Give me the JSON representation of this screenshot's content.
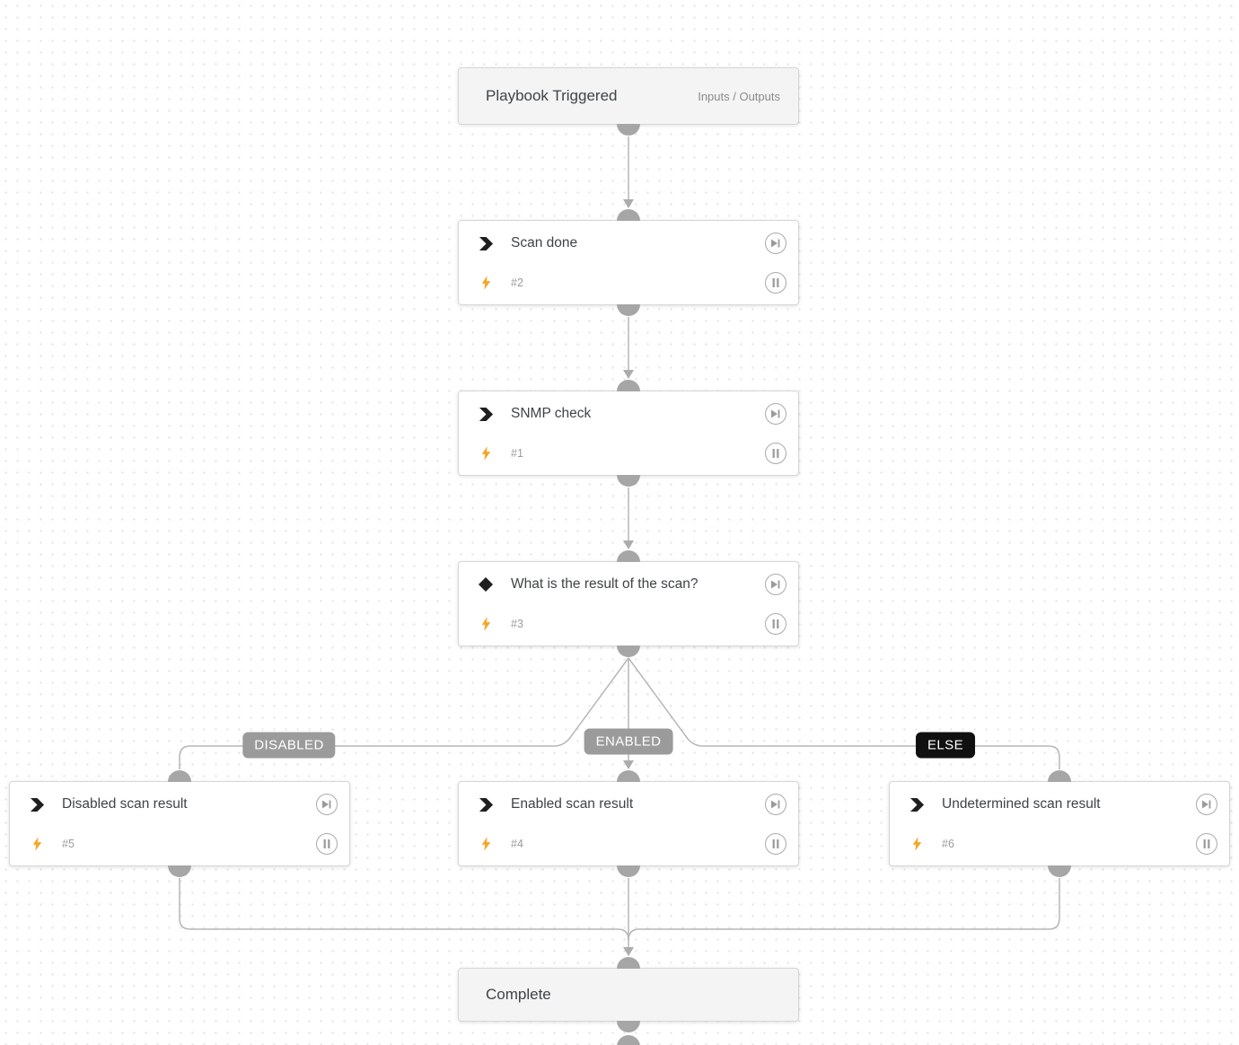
{
  "colors": {
    "bolt": "#f5a623",
    "edge": "#b6b6b6",
    "nub": "#a6a6a6",
    "pill_bg": "#9b9b9b",
    "else_pill_bg": "#101010",
    "node_title": "#3e4347",
    "terminal_bg": "#f4f4f4"
  },
  "icons": {
    "action": "chevron-band-icon",
    "decision": "diamond-icon",
    "bolt": "lightning-bolt-icon",
    "skip": "skip-to-end-icon",
    "pause": "pause-icon"
  },
  "nodes": {
    "trigger": {
      "title": "Playbook Triggered",
      "link_label": "Inputs / Outputs"
    },
    "scan_done": {
      "title": "Scan done",
      "id": "#2"
    },
    "snmp_check": {
      "title": "SNMP check",
      "id": "#1"
    },
    "decision": {
      "title": "What is the result of the scan?",
      "id": "#3"
    },
    "disabled_result": {
      "title": "Disabled scan result",
      "id": "#5"
    },
    "enabled_result": {
      "title": "Enabled scan result",
      "id": "#4"
    },
    "undetermined_result": {
      "title": "Undetermined scan result",
      "id": "#6"
    },
    "complete": {
      "title": "Complete"
    }
  },
  "edge_labels": {
    "disabled": "DISABLED",
    "enabled": "ENABLED",
    "else": "ELSE"
  }
}
